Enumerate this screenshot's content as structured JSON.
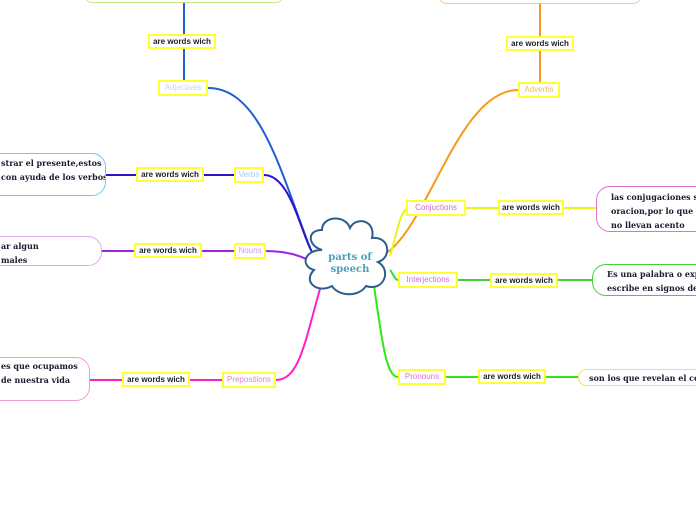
{
  "center": {
    "title": "parts of\nspeech",
    "color": "#4aa0b8",
    "border": "#2b5f8f"
  },
  "connector_label": "are words wich",
  "branches": [
    {
      "id": "adjectives",
      "label": "Adjectives",
      "color": "#1f5fd6",
      "label_color": "#b8dcf5",
      "note": []
    },
    {
      "id": "verbs",
      "label": "Verbs",
      "color": "#2a14c8",
      "label_color": "#9fd0f0",
      "note": [
        "strar el presente,estos",
        "con ayuda de los verbos"
      ]
    },
    {
      "id": "nouns",
      "label": "Nouns",
      "color": "#a020e0",
      "label_color": "#c8a0f0",
      "note": [
        "ar algun",
        "males"
      ]
    },
    {
      "id": "prepositions",
      "label": "Prepositions",
      "color": "#ff1fc8",
      "label_color": "#f07ad0",
      "note": [
        "es que ocupamos",
        "de nuestra vida"
      ]
    },
    {
      "id": "adverbs",
      "label": "Adverbs",
      "color": "#f59a1a",
      "label_color": "#f5b85a",
      "note": []
    },
    {
      "id": "conjunctions",
      "label": "Conjuctions",
      "color": "#eaf41a",
      "label_color": "#e060c8",
      "note": [
        "las conjugaciones son",
        "oracion,por lo que ge",
        "no llevan acento"
      ]
    },
    {
      "id": "interjections",
      "label": "Interjections",
      "color": "#44d03a",
      "label_color": "#d070d0",
      "note": [
        "Es una palabra  o exp",
        "escribe en signos de"
      ]
    },
    {
      "id": "pronouns",
      "label": "Pronouns",
      "color": "#2ee81a",
      "label_color": "#e070d0",
      "note": [
        "son los que revelan el cont"
      ]
    }
  ]
}
